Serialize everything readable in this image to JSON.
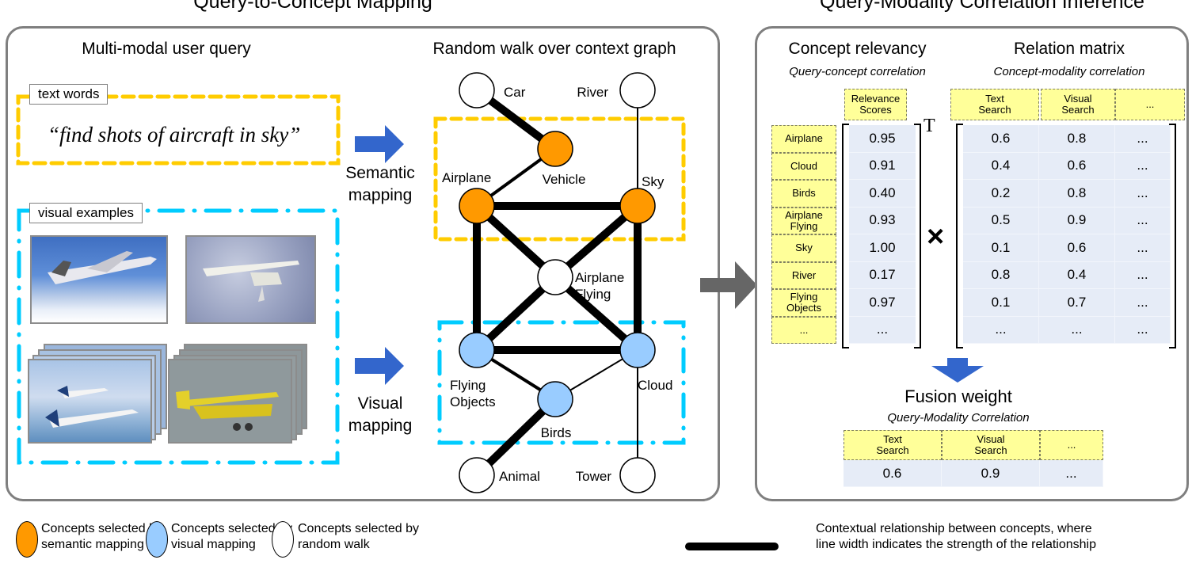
{
  "titles": {
    "left": "Query-to-Concept Mapping",
    "right": "Query-Modality Correlation Inference"
  },
  "left_panel": {
    "query_heading": "Multi-modal user query",
    "graph_heading": "Random walk over context graph",
    "text_words_tag": "text words",
    "query_text": "“find shots of aircraft in sky”",
    "visual_examples_tag": "visual examples",
    "semantic_mapping_label": [
      "Semantic",
      "mapping"
    ],
    "visual_mapping_label": [
      "Visual",
      "mapping"
    ],
    "images": [
      {
        "name": "airbus-in-sky-photo",
        "description": "large jet airliner above clouds"
      },
      {
        "name": "cessna-in-clouds-photo",
        "description": "small plane flying through clouds"
      },
      {
        "name": "saab-airliners-stack-photo",
        "description": "stack of photos, two turboprop airliners"
      },
      {
        "name": "yellow-biplane-stack-photo",
        "description": "stack of photos, yellow biplane"
      }
    ]
  },
  "graph": {
    "nodes": [
      {
        "id": "car",
        "label": "Car",
        "type": "random_walk"
      },
      {
        "id": "river",
        "label": "River",
        "type": "random_walk"
      },
      {
        "id": "vehicle",
        "label": "Vehicle",
        "type": "semantic"
      },
      {
        "id": "airplane",
        "label": "Airplane",
        "type": "semantic"
      },
      {
        "id": "sky",
        "label": "Sky",
        "type": "semantic"
      },
      {
        "id": "airplane_flying",
        "label": "Airplane Flying",
        "type": "random_walk"
      },
      {
        "id": "flying_objects",
        "label": "Flying Objects",
        "type": "visual"
      },
      {
        "id": "cloud",
        "label": "Cloud",
        "type": "visual"
      },
      {
        "id": "birds",
        "label": "Birds",
        "type": "visual"
      },
      {
        "id": "animal",
        "label": "Animal",
        "type": "random_walk"
      },
      {
        "id": "tower",
        "label": "Tower",
        "type": "random_walk"
      }
    ],
    "edges": [
      {
        "from": "car",
        "to": "vehicle",
        "strength": "strong"
      },
      {
        "from": "river",
        "to": "sky",
        "strength": "weak"
      },
      {
        "from": "vehicle",
        "to": "airplane",
        "strength": "medium"
      },
      {
        "from": "airplane",
        "to": "sky",
        "strength": "strong"
      },
      {
        "from": "airplane",
        "to": "flying_objects",
        "strength": "strong"
      },
      {
        "from": "airplane",
        "to": "airplane_flying",
        "strength": "strong"
      },
      {
        "from": "sky",
        "to": "airplane_flying",
        "strength": "strong"
      },
      {
        "from": "sky",
        "to": "cloud",
        "strength": "strong"
      },
      {
        "from": "airplane_flying",
        "to": "flying_objects",
        "strength": "strong"
      },
      {
        "from": "airplane_flying",
        "to": "cloud",
        "strength": "strong"
      },
      {
        "from": "flying_objects",
        "to": "cloud",
        "strength": "strong"
      },
      {
        "from": "flying_objects",
        "to": "birds",
        "strength": "medium"
      },
      {
        "from": "birds",
        "to": "cloud",
        "strength": "weak"
      },
      {
        "from": "birds",
        "to": "animal",
        "strength": "strong"
      },
      {
        "from": "cloud",
        "to": "tower",
        "strength": "weak"
      }
    ]
  },
  "right_panel": {
    "relevancy_heading": "Concept relevancy",
    "relevancy_sub": "Query-concept correlation",
    "matrix_heading": "Relation matrix",
    "matrix_sub": "Concept-modality correlation",
    "relevance_header": [
      "Relevance",
      "Scores"
    ],
    "transpose_mark": "T",
    "multiply_mark": "×",
    "modality_headers": [
      [
        "Text",
        "Search"
      ],
      [
        "Visual",
        "Search"
      ],
      [
        "..."
      ]
    ],
    "concepts": [
      {
        "label": [
          "Airplane"
        ],
        "score": "0.95",
        "text": "0.6",
        "visual": "0.8",
        "other": "..."
      },
      {
        "label": [
          "Cloud"
        ],
        "score": "0.91",
        "text": "0.4",
        "visual": "0.6",
        "other": "..."
      },
      {
        "label": [
          "Birds"
        ],
        "score": "0.40",
        "text": "0.2",
        "visual": "0.8",
        "other": "..."
      },
      {
        "label": [
          "Airplane",
          "Flying"
        ],
        "score": "0.93",
        "text": "0.5",
        "visual": "0.9",
        "other": "..."
      },
      {
        "label": [
          "Sky"
        ],
        "score": "1.00",
        "text": "0.1",
        "visual": "0.6",
        "other": "..."
      },
      {
        "label": [
          "River"
        ],
        "score": "0.17",
        "text": "0.8",
        "visual": "0.4",
        "other": "..."
      },
      {
        "label": [
          "Flying",
          "Objects"
        ],
        "score": "0.97",
        "text": "0.1",
        "visual": "0.7",
        "other": "..."
      },
      {
        "label": [
          "..."
        ],
        "score": "...",
        "text": "...",
        "visual": "...",
        "other": "..."
      }
    ],
    "fusion_heading": "Fusion weight",
    "fusion_sub": "Query-Modality Correlation",
    "fusion_headers": [
      [
        "Text",
        "Search"
      ],
      [
        "Visual",
        "Search"
      ],
      [
        "..."
      ]
    ],
    "fusion_values": [
      "0.6",
      "0.9",
      "..."
    ]
  },
  "legend": {
    "semantic": [
      "Concepts selected by",
      "semantic mapping"
    ],
    "visual": [
      "Concepts selected by",
      "visual mapping"
    ],
    "random_walk": [
      "Concepts selected by",
      "random walk"
    ],
    "edge": [
      "Contextual relationship between concepts, where",
      "line width indicates the strength of the relationship"
    ]
  },
  "colors": {
    "semantic_node": "#ff9900",
    "visual_node": "#99ccff",
    "random_node": "#ffffff",
    "semantic_box": "#ffcc00",
    "visual_box": "#00ccff",
    "mapping_arrow": "#3366cc",
    "flow_arrow": "#666666",
    "header_cell": "#ffff99",
    "value_cell": "#e6ecf7"
  }
}
